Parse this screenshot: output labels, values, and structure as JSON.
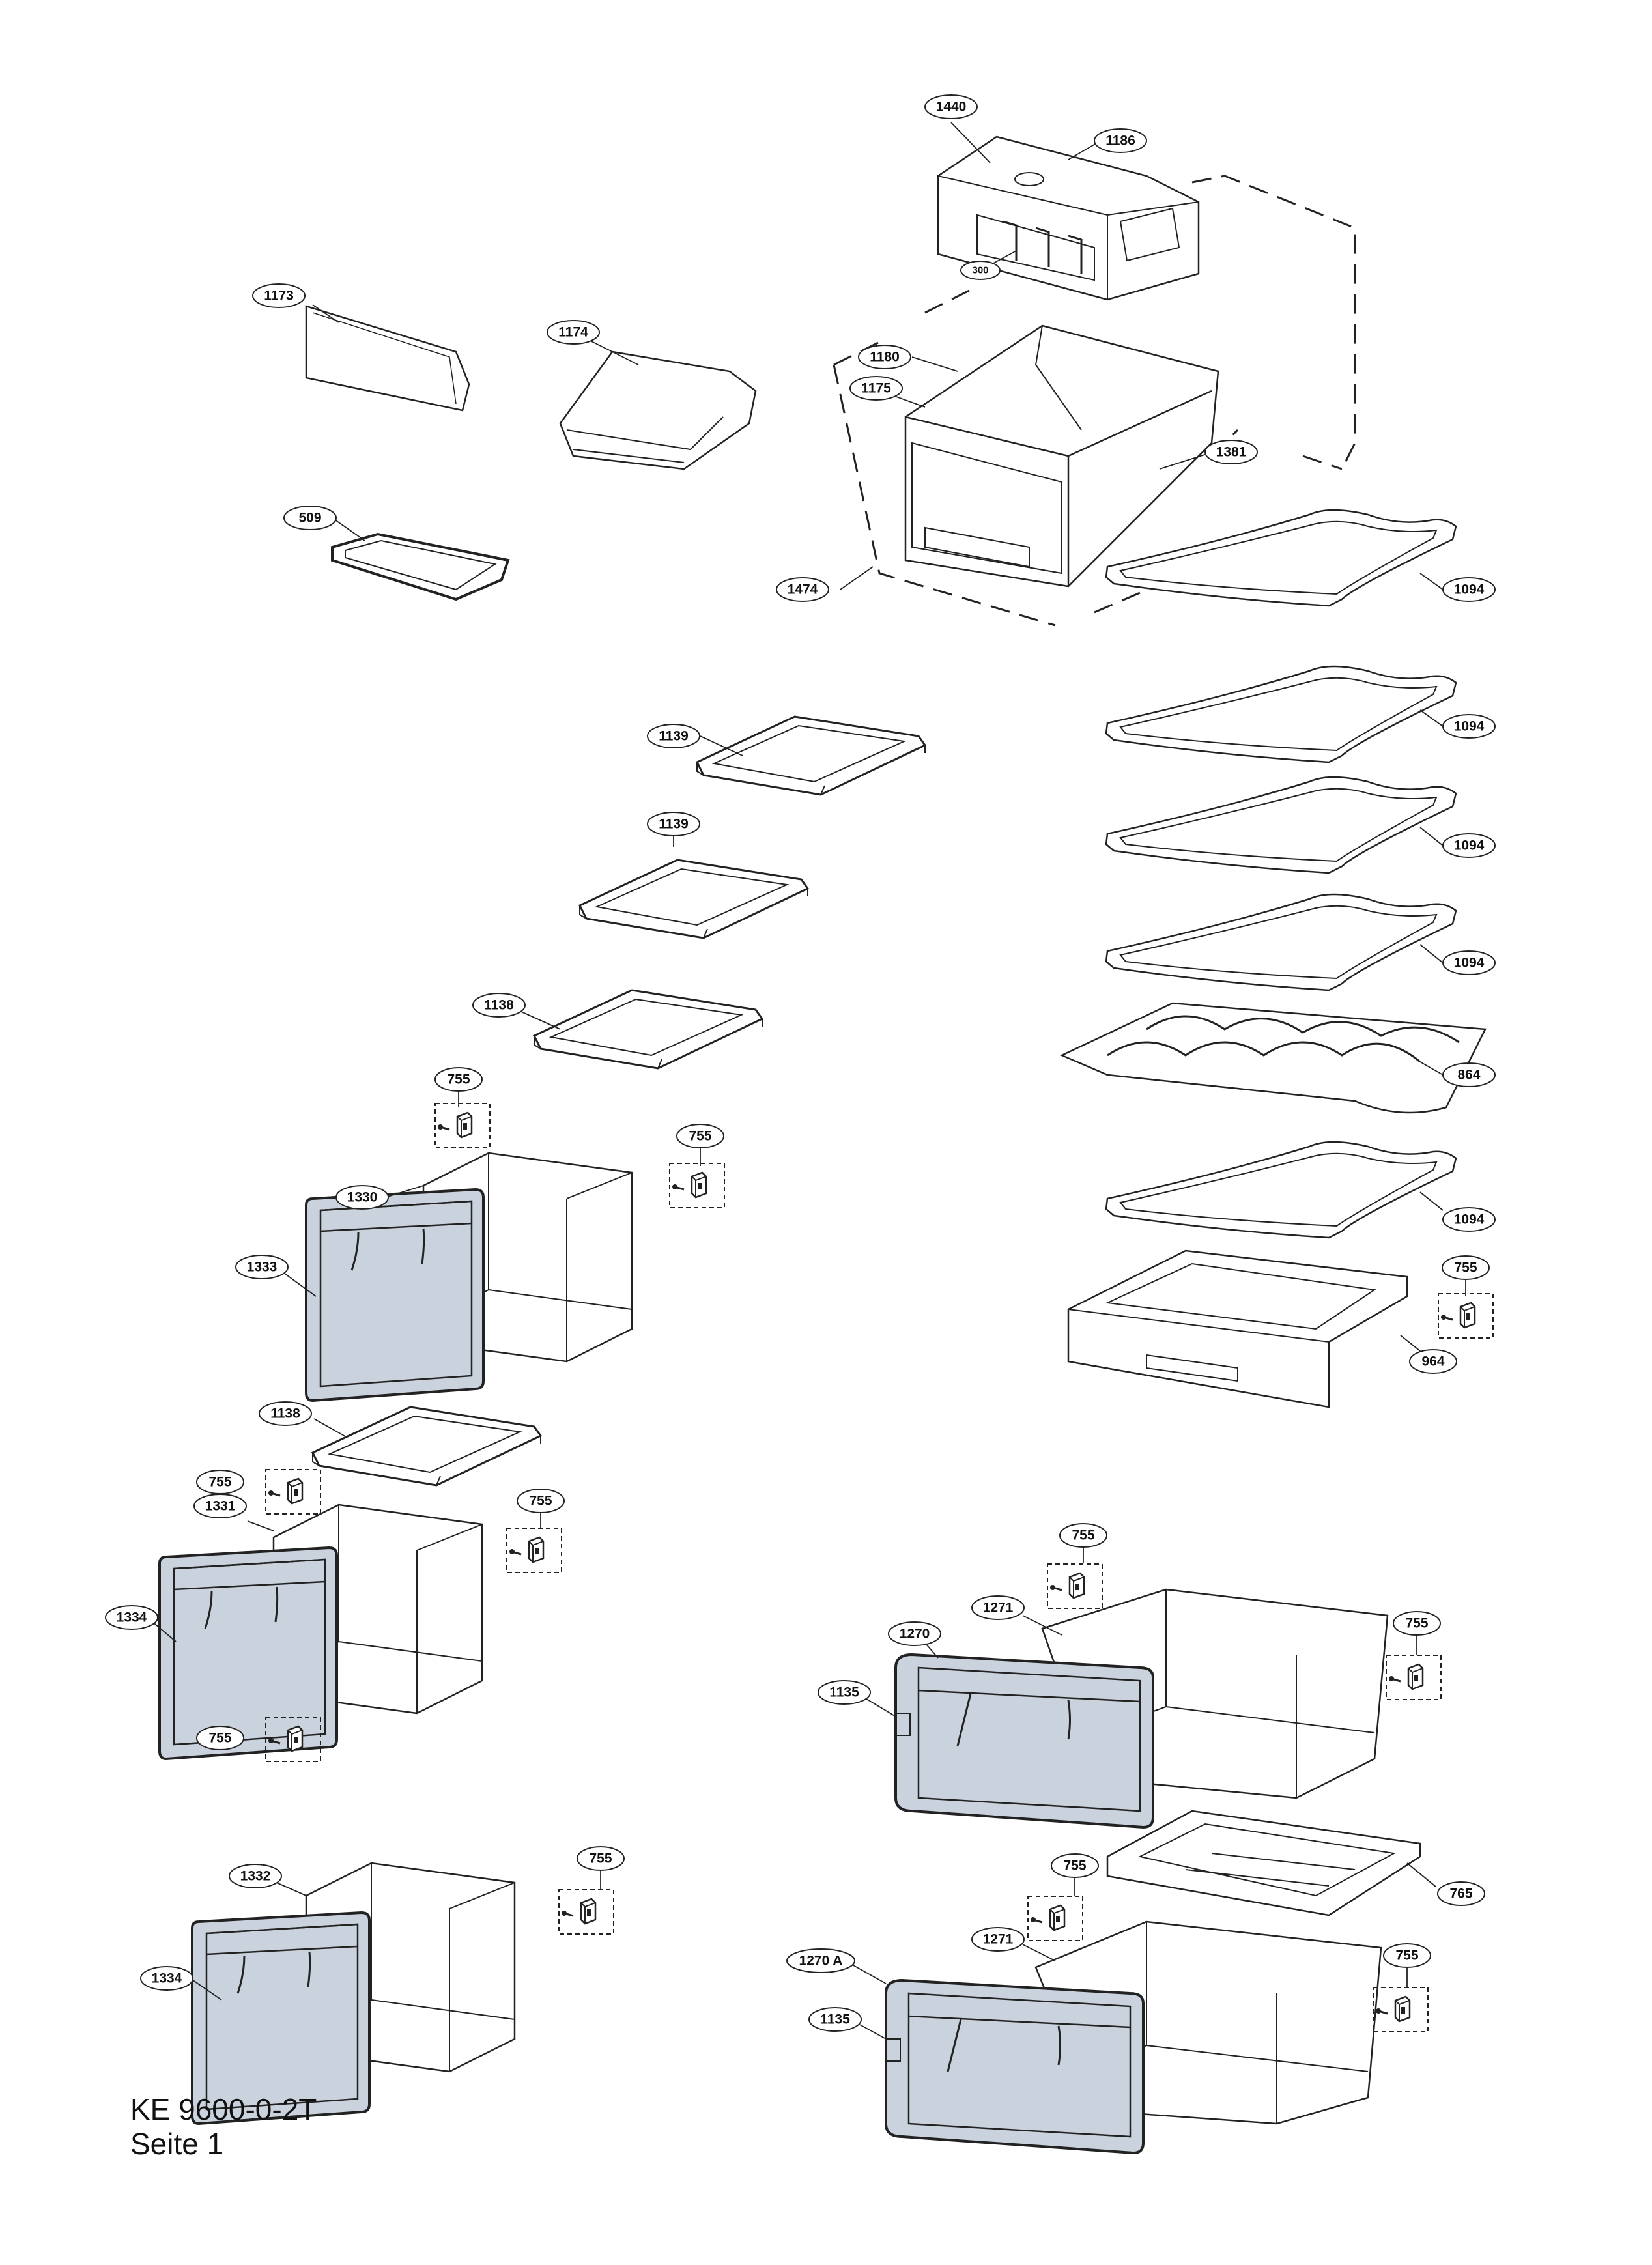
{
  "caption": {
    "model": "KE 9600-0-2T",
    "page": "Seite 1"
  },
  "colors": {
    "front_fill": "#c9d2dd",
    "line": "#222222",
    "dash": "#222222"
  },
  "labels": [
    {
      "text": "1440"
    },
    {
      "text": "1186"
    },
    {
      "text": "300"
    },
    {
      "text": "1173"
    },
    {
      "text": "1174"
    },
    {
      "text": "1180"
    },
    {
      "text": "1175"
    },
    {
      "text": "1381"
    },
    {
      "text": "509"
    },
    {
      "text": "1474"
    },
    {
      "text": "1094"
    },
    {
      "text": "1094"
    },
    {
      "text": "1094"
    },
    {
      "text": "1094"
    },
    {
      "text": "1094"
    },
    {
      "text": "1139"
    },
    {
      "text": "1139"
    },
    {
      "text": "1138"
    },
    {
      "text": "864"
    },
    {
      "text": "755"
    },
    {
      "text": "755"
    },
    {
      "text": "1330"
    },
    {
      "text": "1333"
    },
    {
      "text": "755"
    },
    {
      "text": "964"
    },
    {
      "text": "1138"
    },
    {
      "text": "755"
    },
    {
      "text": "1331"
    },
    {
      "text": "755"
    },
    {
      "text": "1334"
    },
    {
      "text": "755"
    },
    {
      "text": "755"
    },
    {
      "text": "1271"
    },
    {
      "text": "1270"
    },
    {
      "text": "755"
    },
    {
      "text": "1135"
    },
    {
      "text": "765"
    },
    {
      "text": "755"
    },
    {
      "text": "1332"
    },
    {
      "text": "1334"
    },
    {
      "text": "755"
    },
    {
      "text": "1271"
    },
    {
      "text": "1270 A"
    },
    {
      "text": "755"
    },
    {
      "text": "1135"
    }
  ]
}
